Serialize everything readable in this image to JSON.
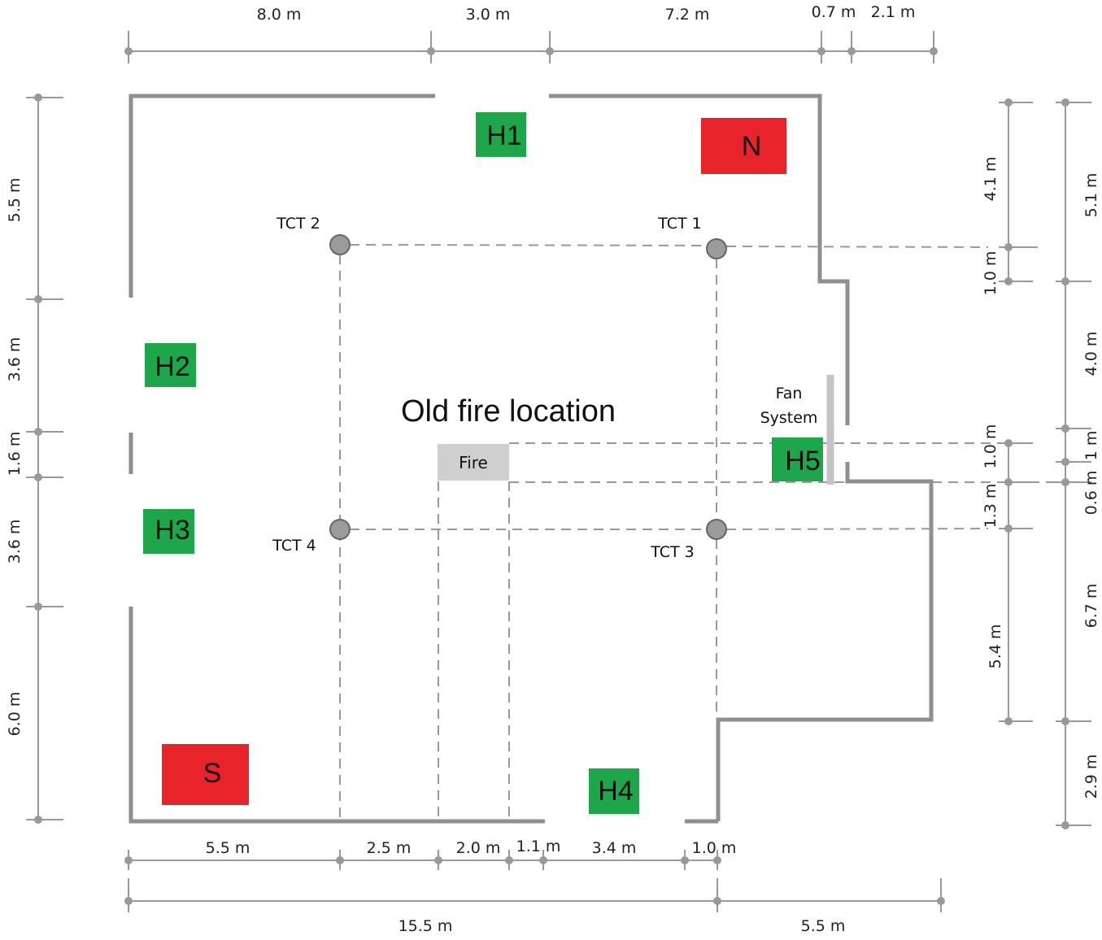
{
  "diagram": {
    "title": "Old fire location",
    "fire_label": "Fire",
    "fan_label_line1": "Fan",
    "fan_label_line2": "System",
    "colors": {
      "wall": "#9a9a9a",
      "heater": "#1ea64a",
      "fan_unit": "#e8232a",
      "fire": "#cfcfcf",
      "sensor": "#9b9b9b",
      "dim_line": "#999999"
    },
    "sensors": [
      "TCT 1",
      "TCT 2",
      "TCT 3",
      "TCT 4"
    ],
    "heaters": [
      "H1",
      "H2",
      "H3",
      "H4",
      "H5"
    ],
    "fans": [
      "N",
      "S"
    ],
    "dims": {
      "top": [
        "8.0 m",
        "3.0 m",
        "7.2 m",
        "0.7 m",
        "2.1 m"
      ],
      "left": [
        "5.5 m",
        "3.6 m",
        "1.6 m",
        "3.6 m",
        "6.0 m"
      ],
      "right_inner": [
        "4.1 m",
        "1.0 m",
        "1.0 m",
        "1.3 m",
        "5.4 m"
      ],
      "right_outer": [
        "5.1 m",
        "4.0 m",
        "1 m",
        "0.6 m",
        "6.7 m",
        "2.9 m"
      ],
      "bottom": [
        "5.5 m",
        "2.5 m",
        "2.0 m",
        "1.1 m",
        "3.4 m",
        "1.0 m"
      ],
      "bottom_total": [
        "15.5 m",
        "5.5 m"
      ]
    }
  }
}
